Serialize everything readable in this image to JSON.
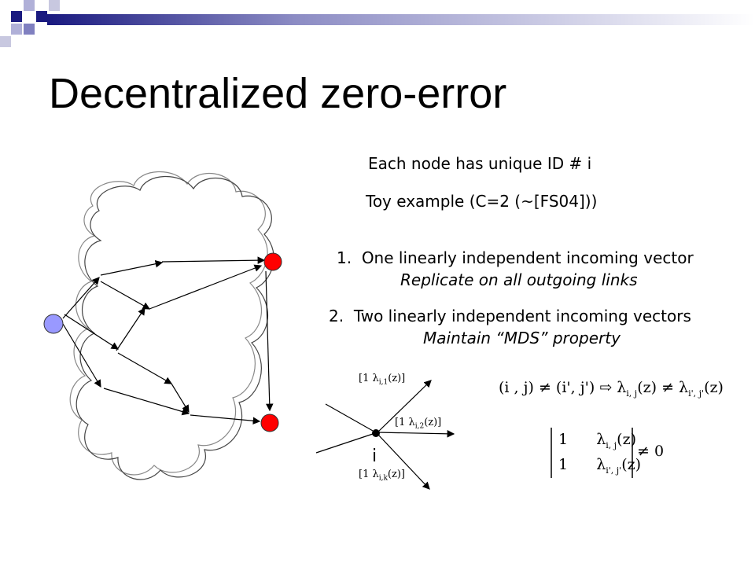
{
  "title": "Decentralized zero-error",
  "line_id": "Each node has unique ID # i",
  "line_toy": "Toy example (C=2 (~[FS04]))",
  "item1": {
    "number": "1.",
    "text": "One linearly independent incoming vector",
    "sub": "Replicate on all outgoing links"
  },
  "item2": {
    "number": "2.",
    "text": "Two linearly independent incoming vectors",
    "sub": "Maintain “MDS” property"
  },
  "node_label": "i",
  "vector_top": "[1  λ",
  "vector_top_sub": "i,1",
  "vector_top_tail": "(z)]",
  "vector_mid": "[1  λ",
  "vector_mid_sub": "i,2",
  "vector_mid_tail": "(z)]",
  "vector_bot": "[1  λ",
  "vector_bot_sub": "i,k",
  "vector_bot_tail": "(z)]",
  "formula_left": "(i , j) ≠ (i', j') ⇨ λ",
  "formula_left_sub": "i, j",
  "formula_mid": "(z) ≠ λ",
  "formula_mid_sub": "i', j'",
  "formula_right": "(z)",
  "det_r1c1": "1",
  "det_r1c2": "λ",
  "det_r1c2_sub": "i, j",
  "det_r1c2_tail": "(z)",
  "det_r2c1": "1",
  "det_r2c2": "λ",
  "det_r2c2_sub": "i', j'",
  "det_r2c2_tail": "(z)",
  "det_rhs": "≠ 0",
  "colors": {
    "accent_dark": "#1a1a80",
    "accent_light": "#9999cc",
    "source_node": "#9999ff",
    "sink_node": "#ff0000"
  }
}
